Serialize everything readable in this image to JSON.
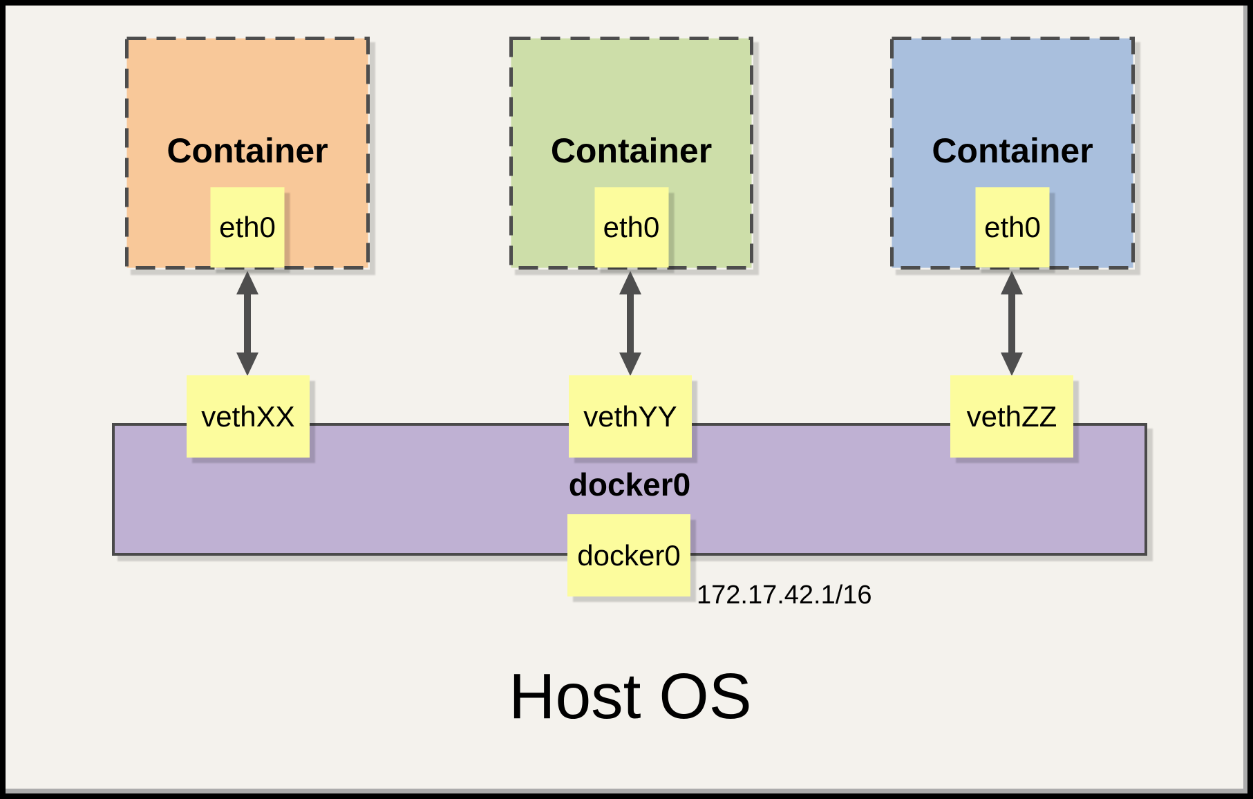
{
  "colors": {
    "background": "#F4F2ED",
    "frame_border": "#000000",
    "edge_shadow_gray": "#ACACAC",
    "container_orange": "#F8C899",
    "container_green": "#CDDEA9",
    "container_blue": "#A9BFDD",
    "note_yellow": "#FCFC9D",
    "bridge_purple": "#BFB1D3",
    "dashed_line_gray": "#4D4D4D",
    "arrow_gray": "#4E4E4E"
  },
  "containers": [
    {
      "title": "Container",
      "interface": "eth0",
      "fill": "#F8C899",
      "veth": "vethXX"
    },
    {
      "title": "Container",
      "interface": "eth0",
      "fill": "#CDDEA9",
      "veth": "vethYY"
    },
    {
      "title": "Container",
      "interface": "eth0",
      "fill": "#A9BFDD",
      "veth": "vethZZ"
    }
  ],
  "bridge": {
    "label": "docker0",
    "interface": "docker0",
    "ip": "172.17.42.1/16"
  },
  "host": {
    "label": "Host OS"
  }
}
